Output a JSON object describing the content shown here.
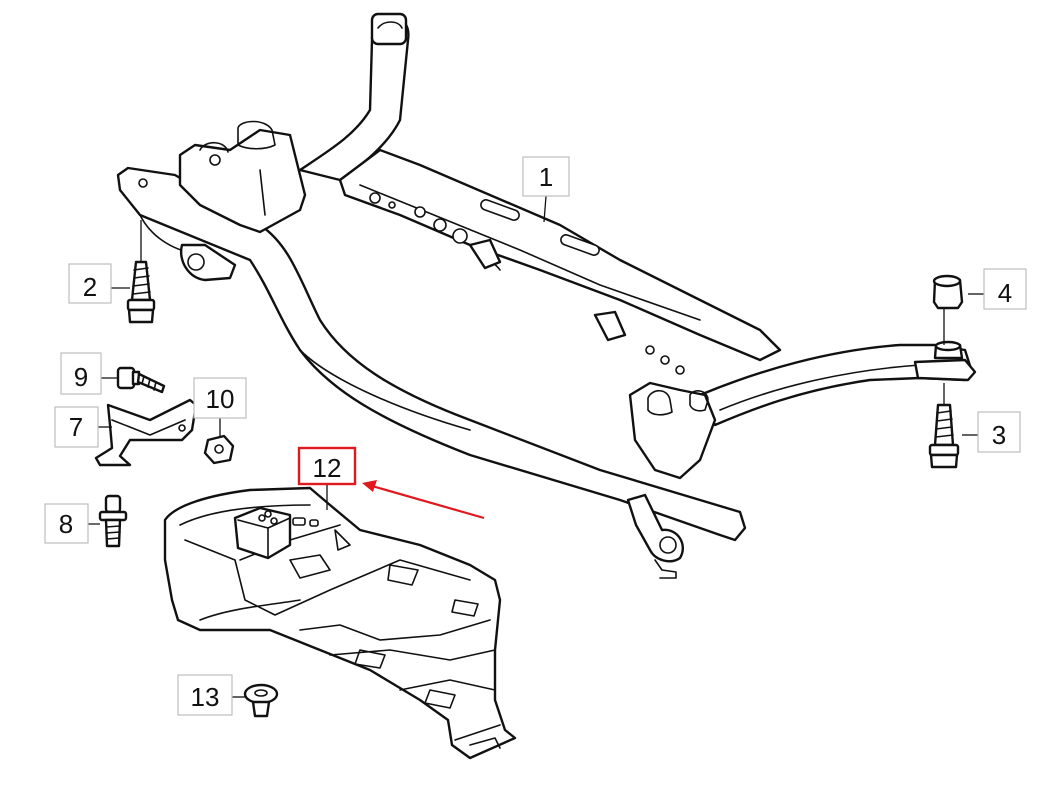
{
  "callouts": [
    {
      "id": "1",
      "label": "1",
      "highlighted": false
    },
    {
      "id": "2",
      "label": "2",
      "highlighted": false
    },
    {
      "id": "3",
      "label": "3",
      "highlighted": false
    },
    {
      "id": "4",
      "label": "4",
      "highlighted": false
    },
    {
      "id": "7",
      "label": "7",
      "highlighted": false
    },
    {
      "id": "8",
      "label": "8",
      "highlighted": false
    },
    {
      "id": "9",
      "label": "9",
      "highlighted": false
    },
    {
      "id": "10",
      "label": "10",
      "highlighted": false
    },
    {
      "id": "12",
      "label": "12",
      "highlighted": true
    },
    {
      "id": "13",
      "label": "13",
      "highlighted": false
    }
  ],
  "colors": {
    "highlight": "#e0191f",
    "line": "#111111",
    "box_border": "#bdbdbd"
  }
}
